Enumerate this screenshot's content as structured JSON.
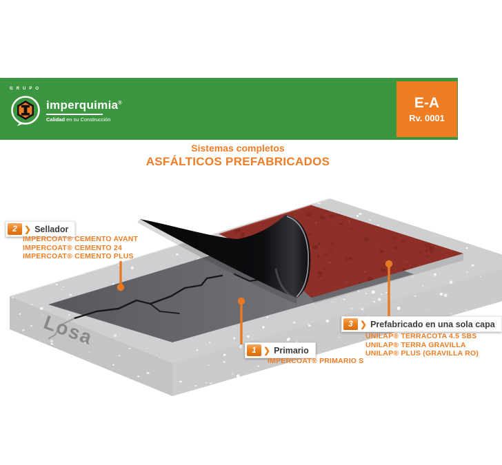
{
  "header": {
    "grupo": "GRUPO",
    "brand": "imperquimia",
    "brand_mark": "®",
    "tagline_bold": "Calidad",
    "tagline_rest": " en su Construcción",
    "code": "E-A",
    "revision": "Rv. 0001",
    "colors": {
      "green": "#3c9640",
      "orange": "#ef7d23"
    }
  },
  "title": {
    "line1": "Sistemas completos",
    "line2": "ASFÁLTICOS PREFABRICADOS"
  },
  "diagram": {
    "slab_label": "Losa",
    "callouts": [
      {
        "num": "1",
        "label": "Primario",
        "products": [
          "IMPERCOAT® PRIMARIO S"
        ]
      },
      {
        "num": "2",
        "label": "Sellador",
        "products": [
          "IMPERCOAT® CEMENTO AVANT",
          "IMPERCOAT® CEMENTO 24",
          "IMPERCOAT® CEMENTO PLUS"
        ]
      },
      {
        "num": "3",
        "label": "Prefabricado en una sola capa",
        "products": [
          "UNILAP® TERRACOTA 4.5 SBS",
          "UNILAP® TERRA GRAVILLA",
          "UNILAP® PLUS (GRAVILLA RO)"
        ]
      }
    ],
    "colors": {
      "membrane_red": "#8e2f28",
      "membrane_black": "#0c0c0f",
      "primer_gray": "#5c5d60",
      "concrete": "#cdcfd1",
      "callout_orange": "#e87a25"
    }
  }
}
